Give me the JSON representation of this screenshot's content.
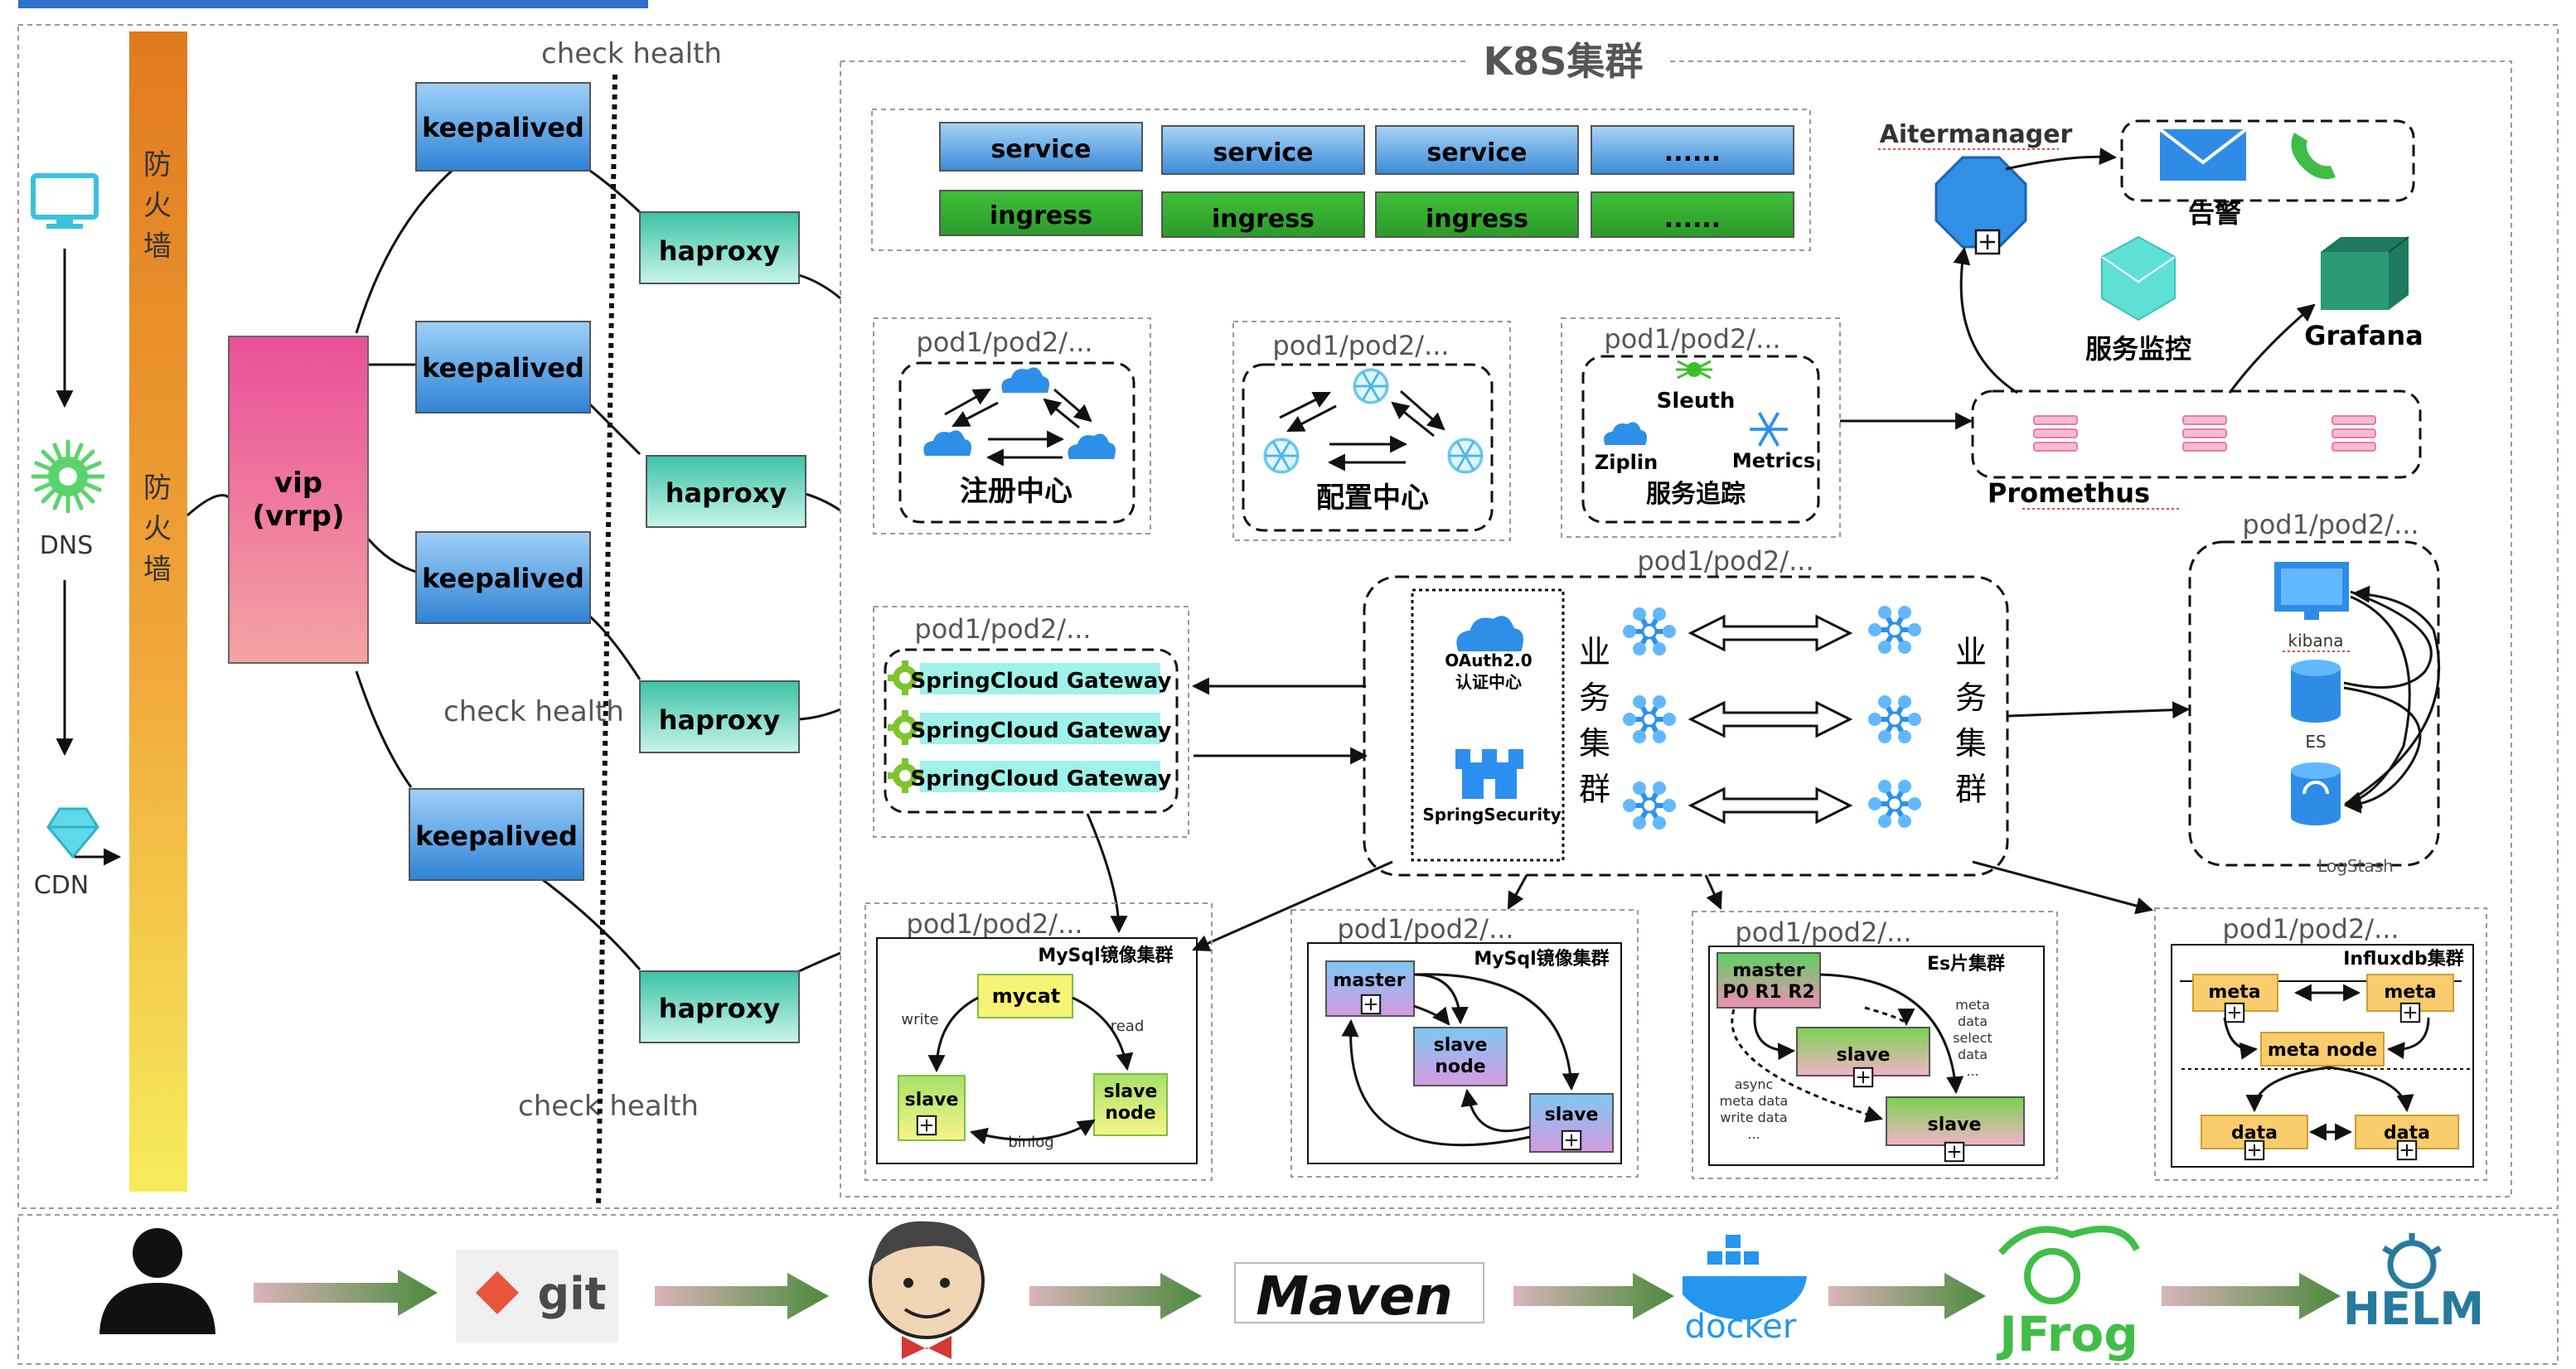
{
  "check_health_labels": [
    "check health",
    "check health",
    "check health"
  ],
  "firewall_labels": [
    "防火墙",
    "防火墙"
  ],
  "left_chain": {
    "dns": "DNS",
    "cdn": "CDN"
  },
  "vip": {
    "line1": "vip",
    "line2": "(vrrp)"
  },
  "keepalived_label": "keepalived",
  "haproxy_label": "haproxy",
  "k8s": {
    "title": "K8S集群",
    "services": [
      "service",
      "service",
      "service",
      "......"
    ],
    "ingresses": [
      "ingress",
      "ingress",
      "ingress",
      "......"
    ]
  },
  "pod_label": "pod1/pod2/...",
  "registry": {
    "caption": "注册中心"
  },
  "config": {
    "caption": "配置中心"
  },
  "tracing": {
    "sleuth": "Sleuth",
    "zipkin": "Ziplin",
    "metrics": "Metrics",
    "caption": "服务追踪"
  },
  "monitoring": {
    "alertmanager": "Aitermanager",
    "alarm": "告警",
    "service_monitor": "服务监控",
    "grafana": "Grafana",
    "prometheus": "Promethus"
  },
  "gateway_label": "SpringCloud Gateway",
  "business": {
    "oauth": "OAuth2.0",
    "auth_center": "认证中心",
    "security": "SpringSecurity",
    "cluster_left": "业务集群",
    "cluster_right": "业务集群"
  },
  "logging": {
    "kibana": "kibana",
    "es": "ES",
    "logstash": "LogStash"
  },
  "mysql1": {
    "title": "MySql镜像集群",
    "mycat": "mycat",
    "write": "write",
    "read": "read",
    "binlog": "binlog",
    "slave": "slave",
    "slave_node": [
      "slave",
      "node"
    ]
  },
  "mysql2": {
    "title": "MySql镜像集群",
    "master": "master",
    "slave_node": [
      "slave",
      "node"
    ],
    "slave": "slave"
  },
  "es_shard": {
    "title": "Es片集群",
    "master": [
      "master",
      "P0 R1 R2"
    ],
    "slave": "slave",
    "right_note": [
      "meta",
      "data",
      "select",
      "data",
      "..."
    ],
    "left_note": [
      "async",
      "meta data",
      "write data",
      "..."
    ]
  },
  "influx": {
    "title": "Influxdb集群",
    "meta": "meta",
    "meta_node": "meta node",
    "data": "data"
  },
  "pipeline": {
    "git": "git",
    "maven": "Maven",
    "docker": "docker",
    "jfrog": "JFrog",
    "helm": "HELM"
  }
}
